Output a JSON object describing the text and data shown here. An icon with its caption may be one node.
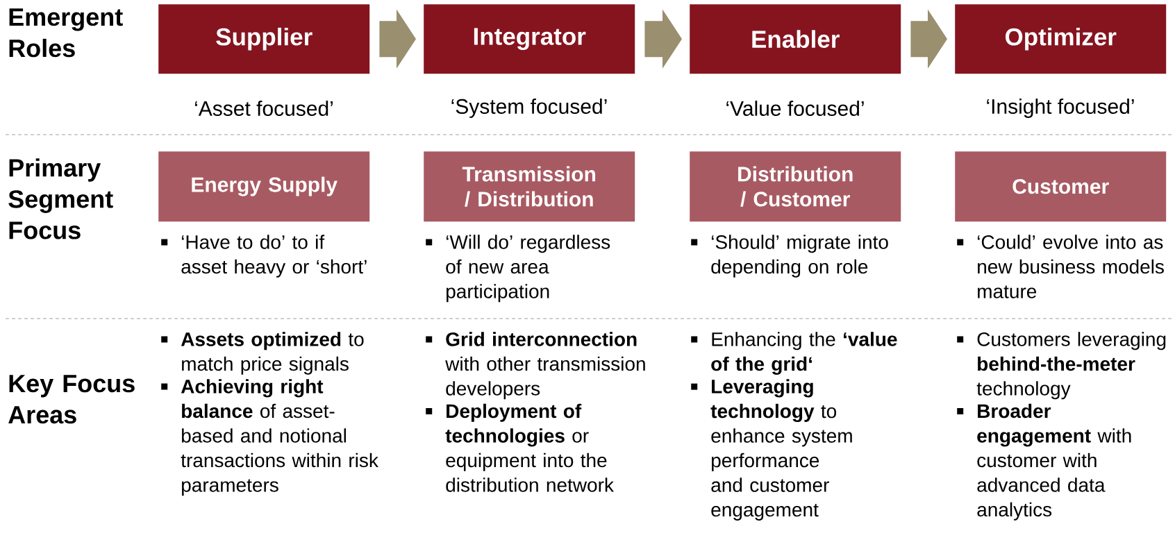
{
  "diagram": {
    "nodes": [
      {
        "text": [
          "Supplier"
        ],
        "beside": [
          "‘Asset focused’"
        ]
      },
      {
        "text": [
          "Integrator"
        ],
        "beside": [
          "‘System focused’"
        ]
      },
      {
        "text": [
          "Enabler"
        ],
        "beside": [
          "‘Value focused’"
        ]
      },
      {
        "text": [
          "Optimizer"
        ],
        "beside": [
          "‘Insight focused’"
        ]
      },
      {
        "text": [
          "Energy Supply"
        ]
      },
      {
        "text": [
          "Transmission / Distribution"
        ]
      },
      {
        "text": [
          "Distribution / Customer"
        ]
      },
      {
        "text": [
          "Customer"
        ]
      }
    ],
    "edges": [
      {
        "from": 0,
        "to": 1,
        "arrow": "to"
      },
      {
        "from": 1,
        "to": 2,
        "arrow": "to"
      },
      {
        "from": 2,
        "to": 3,
        "arrow": "to"
      }
    ],
    "labels": [
      "Emergent Roles",
      "Primary Segment Focus",
      "Key Focus Areas",
      "‘Have to do’ to if asset heavy or ‘short’",
      "‘Will do’ regardless of new area participation",
      "‘Should’ migrate into depending on role",
      "‘Could’ evolve into as new business models mature",
      "**Assets optimized** to match price signals",
      "**Achieving right balance** of asset-based and notional transactions within risk parameters",
      "**Grid interconnection** with other transmission developers",
      "**Deployment of technologies** or equipment into the distribution network",
      "Enhancing the **‘value of the grid‘**",
      "**Leveraging technology** to enhance system performance and customer engagement",
      "Customers leveraging **behind-the-meter** technology",
      "**Broader engagement** with customer with advanced data analytics"
    ]
  }
}
